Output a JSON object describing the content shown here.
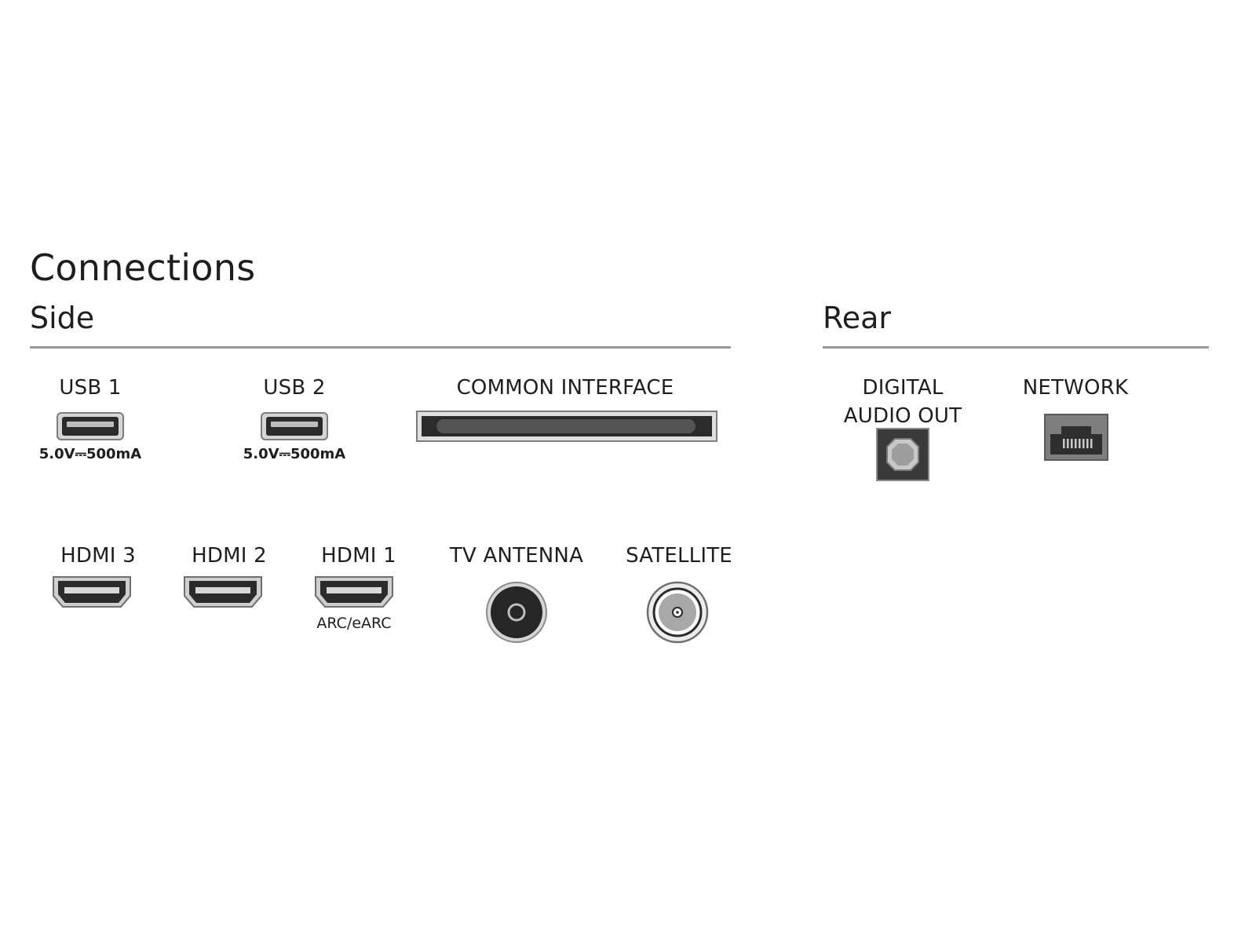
{
  "title": "Connections",
  "side": {
    "heading": "Side",
    "usb1": {
      "label": "USB 1",
      "rating": "5.0V⎓500mA",
      "icon": "usb-port-icon"
    },
    "usb2": {
      "label": "USB 2",
      "rating": "5.0V⎓500mA",
      "icon": "usb-port-icon"
    },
    "common_interface": {
      "label": "COMMON INTERFACE",
      "icon": "ci-slot-icon"
    },
    "hdmi3": {
      "label": "HDMI 3",
      "icon": "hdmi-port-icon"
    },
    "hdmi2": {
      "label": "HDMI 2",
      "icon": "hdmi-port-icon"
    },
    "hdmi1": {
      "label": "HDMI 1",
      "note": "ARC/eARC",
      "icon": "hdmi-port-icon"
    },
    "tv_antenna": {
      "label": "TV ANTENNA",
      "icon": "antenna-port-icon"
    },
    "satellite": {
      "label": "SATELLITE",
      "icon": "satellite-port-icon"
    }
  },
  "rear": {
    "heading": "Rear",
    "digital_audio_out": {
      "label_line1": "DIGITAL",
      "label_line2": "AUDIO OUT",
      "icon": "optical-port-icon"
    },
    "network": {
      "label": "NETWORK",
      "icon": "ethernet-port-icon"
    }
  },
  "colors": {
    "rule": "#9a9a9a",
    "port_dark": "#2b2b2b",
    "port_frame": "#8a8a8a",
    "text": "#1e1e1e"
  }
}
